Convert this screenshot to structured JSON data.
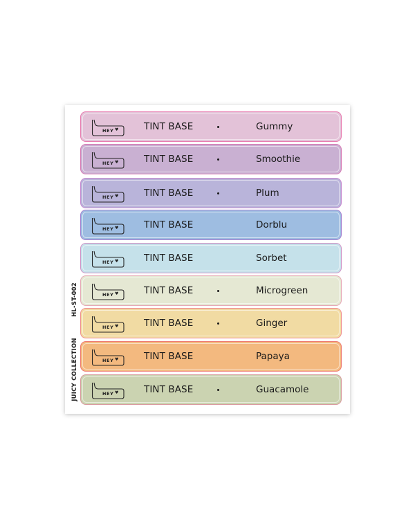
{
  "sheet": {
    "code": "HL-ST-002",
    "collection": "JUICY COLLECTION"
  },
  "labels": [
    {
      "tab": "HEY",
      "base": "TINT BASE",
      "name": "Gummy",
      "dot": true,
      "fill": "#e3c2d8",
      "border": "#e87cb0"
    },
    {
      "tab": "HEY",
      "base": "TINT BASE",
      "name": "Smoothie",
      "dot": true,
      "fill": "#c9b0d2",
      "border": "#d87ab4"
    },
    {
      "tab": "HEY",
      "base": "TINT BASE",
      "name": "Plum",
      "dot": true,
      "fill": "#b9b4da",
      "border": "#c78ad0"
    },
    {
      "tab": "HEY",
      "base": "TINT BASE",
      "name": "Dorblu",
      "dot": false,
      "fill": "#9ebde1",
      "border": "#a57fcf"
    },
    {
      "tab": "HEY",
      "base": "TINT BASE",
      "name": "Sorbet",
      "dot": false,
      "fill": "#c5e1ea",
      "border": "#cf92c6"
    },
    {
      "tab": "HEY",
      "base": "TINT BASE",
      "name": "Microgreen",
      "dot": true,
      "fill": "#e5e8d3",
      "border": "#e6a8b6"
    },
    {
      "tab": "HEY",
      "base": "TINT BASE",
      "name": "Ginger",
      "dot": true,
      "fill": "#f1dba3",
      "border": "#f08f90"
    },
    {
      "tab": "HEY",
      "base": "TINT BASE",
      "name": "Papaya",
      "dot": false,
      "fill": "#f3b97f",
      "border": "#ee7a72"
    },
    {
      "tab": "HEY",
      "base": "TINT BASE",
      "name": "Guacamole",
      "dot": true,
      "fill": "#cbd3b1",
      "border": "#d99a9e"
    }
  ]
}
